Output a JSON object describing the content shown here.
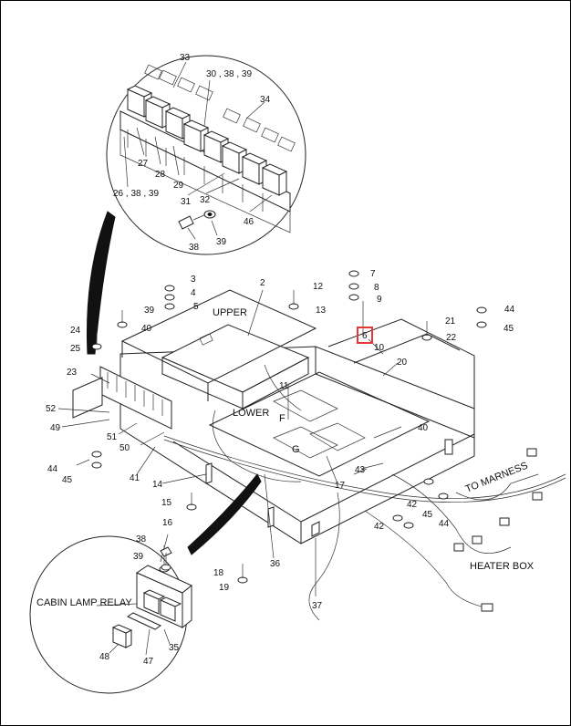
{
  "callouts": [
    {
      "id": "c33",
      "text": "33"
    },
    {
      "id": "c30",
      "text": "30 , 38 , 39"
    },
    {
      "id": "c34",
      "text": "34"
    },
    {
      "id": "c27",
      "text": "27"
    },
    {
      "id": "c28",
      "text": "28"
    },
    {
      "id": "c29",
      "text": "29"
    },
    {
      "id": "c26",
      "text": "26 , 38 , 39"
    },
    {
      "id": "c31",
      "text": "31"
    },
    {
      "id": "c32",
      "text": "32"
    },
    {
      "id": "c46",
      "text": "46"
    },
    {
      "id": "c38a",
      "text": "38"
    },
    {
      "id": "c39a",
      "text": "39"
    },
    {
      "id": "c3",
      "text": "3"
    },
    {
      "id": "c4",
      "text": "4"
    },
    {
      "id": "c5",
      "text": "5"
    },
    {
      "id": "c2",
      "text": "2"
    },
    {
      "id": "c12",
      "text": "12"
    },
    {
      "id": "c13",
      "text": "13"
    },
    {
      "id": "c7",
      "text": "7"
    },
    {
      "id": "c8",
      "text": "8"
    },
    {
      "id": "c9",
      "text": "9"
    },
    {
      "id": "c44a",
      "text": "44"
    },
    {
      "id": "c45a",
      "text": "45"
    },
    {
      "id": "c39b",
      "text": "39"
    },
    {
      "id": "c40a",
      "text": "40"
    },
    {
      "id": "c24",
      "text": "24"
    },
    {
      "id": "c25",
      "text": "25"
    },
    {
      "id": "c21",
      "text": "21"
    },
    {
      "id": "c22",
      "text": "22"
    },
    {
      "id": "c6",
      "text": "6"
    },
    {
      "id": "c10",
      "text": "10"
    },
    {
      "id": "c20",
      "text": "20"
    },
    {
      "id": "c23",
      "text": "23"
    },
    {
      "id": "c11",
      "text": "11"
    },
    {
      "id": "c52",
      "text": "52"
    },
    {
      "id": "c49",
      "text": "49"
    },
    {
      "id": "c51",
      "text": "51"
    },
    {
      "id": "c50",
      "text": "50"
    },
    {
      "id": "c40b",
      "text": "40"
    },
    {
      "id": "c44b",
      "text": "44"
    },
    {
      "id": "c45b",
      "text": "45"
    },
    {
      "id": "c41",
      "text": "41"
    },
    {
      "id": "c14",
      "text": "14"
    },
    {
      "id": "c17",
      "text": "17"
    },
    {
      "id": "c43",
      "text": "43"
    },
    {
      "id": "c15",
      "text": "15"
    },
    {
      "id": "c16",
      "text": "16"
    },
    {
      "id": "c42a",
      "text": "42"
    },
    {
      "id": "c45c",
      "text": "45"
    },
    {
      "id": "c42b",
      "text": "42"
    },
    {
      "id": "c44c",
      "text": "44"
    },
    {
      "id": "c38b",
      "text": "38"
    },
    {
      "id": "c39c",
      "text": "39"
    },
    {
      "id": "c18",
      "text": "18"
    },
    {
      "id": "c19",
      "text": "19"
    },
    {
      "id": "c36",
      "text": "36"
    },
    {
      "id": "c37",
      "text": "37"
    },
    {
      "id": "c48",
      "text": "48"
    },
    {
      "id": "c47",
      "text": "47"
    },
    {
      "id": "c35",
      "text": "35"
    }
  ],
  "labels": {
    "upper": "UPPER",
    "lower": "LOWER",
    "f": "F",
    "g": "G",
    "to_harness": "TO MARNESS",
    "heater_box": "HEATER BOX",
    "cabin_lamp_relay": "CABIN LAMP RELAY"
  },
  "highlight": {
    "callout": "6",
    "color": "#e53935"
  },
  "colors": {
    "line": "#222222",
    "background": "#ffffff"
  }
}
